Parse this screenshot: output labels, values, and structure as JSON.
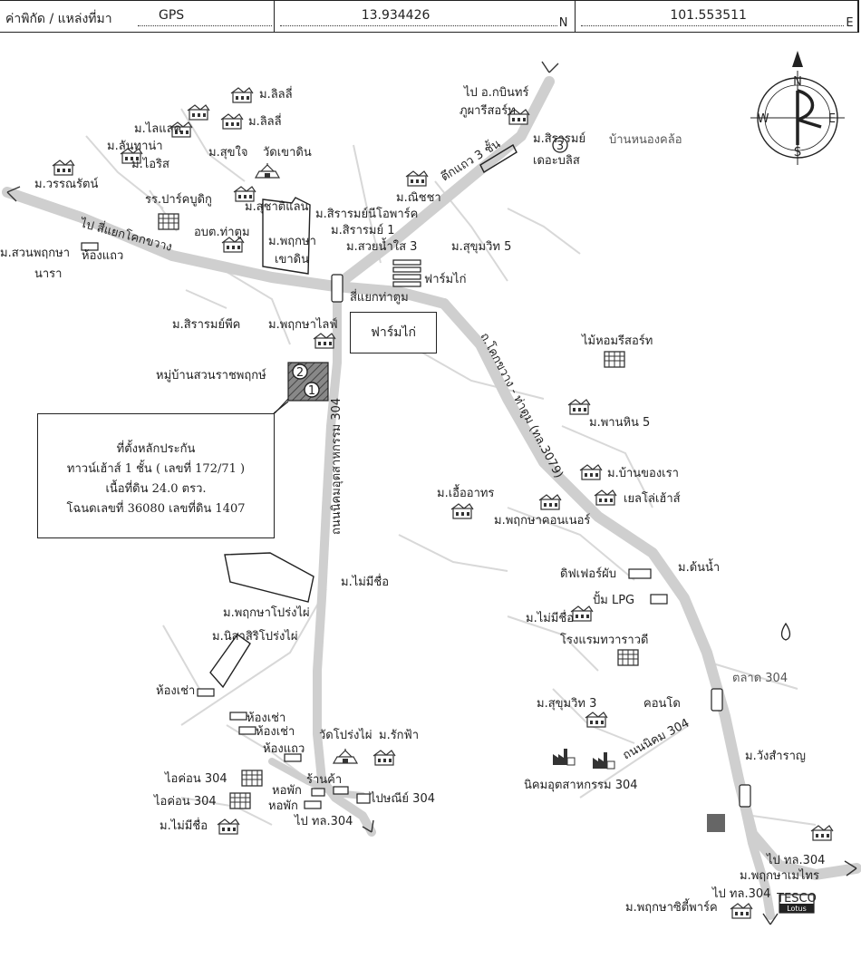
{
  "header": {
    "coord_label": "ค่าพิกัด / แหล่งที่มา",
    "source": "GPS",
    "lat": "13.934426",
    "lat_suffix": "N",
    "lon": "101.553511",
    "lon_suffix": "E"
  },
  "compass": {
    "n": "N",
    "s": "S",
    "e": "E",
    "w": "W"
  },
  "info_box": {
    "line1": "ที่ตั้งหลักประกัน",
    "line2": "ทาวน์เฮ้าส์ 1 ชั้น ( เลขที่ 172/71 )",
    "line3": "เนื้อที่ดิน 24.0 ตรว.",
    "line4": "โฉนดเลขที่ 36080 เลขที่ดิน 1407"
  },
  "farm_box": "ฟาร์มไก่",
  "markers": {
    "m1": "1",
    "m2": "2",
    "m3": "3"
  },
  "labels": {
    "lili1": "ม.ลิลลี่",
    "lili2": "ม.ลิลลี่",
    "lilac": "ม.ไลแลค",
    "lanna": "ม.ลันทาน่า",
    "iris": "ม.ไอริส",
    "sukjai": "ม.สุขใจ",
    "wat_khao_din": "วัดเขาดิน",
    "wannarat": "ม.วรรณรัตน์",
    "school": "รร.ปาร์คบูดิกู",
    "suchatdalaen": "ม.สุชาติแลน",
    "to_koksawang": "ไป สี่แยกโคกขวาง",
    "hongtaew1": "ห้องแถว",
    "obt": "อบต.ท่าตูม",
    "pruksa_khaodin_1": "ม.พฤกษา",
    "pruksa_khaodin_2": "เขาดิน",
    "suanpruksa_1": "ม.สวนพฤกษา",
    "suanpruksa_2": "นารา",
    "to_kabin": "ไป อ.กบินทร์",
    "phuphari": "ภูผารีสอร์ท",
    "shophouse3": "ตึกแถว 3 ชั้น",
    "sirarom3_1": "ม.สิรารมย์",
    "sirarom3_2": "เดอะบลิส",
    "nong_khlo": "บ้านหนองคล้อ",
    "nitcha": "ม.ณิชชา",
    "sirarom_neo": "ม.สิรารมย์นีโอพาร์ค",
    "sirarom1": "ม.สิรารมย์ 1",
    "suaynamsai3": "ม.สวยน้ำใส 3",
    "sukhumvit5": "ม.สุขุมวิท 5",
    "farm_small": "ฟาร์มไก่",
    "intersection": "สี่แยกท่าตูม",
    "sirarompk": "ม.สิรารมย์พีค",
    "pruksalife": "ม.พฤกษาไลฟ์",
    "suanrat": "หมู่บ้านสวนราชพฤกษ์",
    "road_304": "ถนนนิคมอุตสาหกรรม 304",
    "road_3079": "ถ.โคกขวาง - ท่าตูม (ทล.3079)",
    "maihom": "ไม้หอมรีสอร์ท",
    "panhin5": "ม.พานหิน 5",
    "ban_khongrao": "ม.บ้านของเรา",
    "yellow_house": "เยลโล่เฮ้าส์",
    "ueaarthorn": "ม.เอื้ออาทร",
    "pruksa_corner": "ม.พฤกษาคอนเนอร์",
    "no_name1": "ม.ไม่มีชื่อ",
    "differ_pub": "ดิฟเฟอร์ผับ",
    "lpg": "ปั้ม LPG",
    "dan_nam": "ม.ด้นน้ำ",
    "no_name2": "ม.ไม่มีชื่อ",
    "hotel": "โรงแรมทวาราวดี",
    "pruksa_prongphai": "ม.พฤกษาโปร่งไผ่",
    "nisasiri": "ม.นิสาสิริโปร่งไผ่",
    "rent1": "ห้องเช่า",
    "rent2": "ห้องเช่า",
    "rent3": "ห้องเช่า",
    "hongtaew2": "ห้องแถว",
    "wat_prongphai": "วัดโปร่งไผ่",
    "rakfa": "ม.รักฟ้า",
    "icon304_1": "ไอค่อน 304",
    "icon304_2": "ไอค่อน 304",
    "dorm1": "หอพัก",
    "dorm2": "หอพัก",
    "shop": "ร้านค้า",
    "post": "ไปษณีย์ 304",
    "no_name3": "ม.ไม่มีชื่อ",
    "to_304a": "ไป ทล.304",
    "sukhumvit3": "ม.สุขุมวิท 3",
    "condo": "คอนโด",
    "market304": "ตลาด 304",
    "nikom_road": "ถนนนิคม 304",
    "nikom_estate": "นิคมอุตสาหกรรม 304",
    "wangsamran": "ม.วังสำราญ",
    "to_304b": "ไป ทล.304",
    "pruksa_maithri": "ม.พฤกษาเมไทร",
    "to_304c": "ไป ทล.304",
    "pruksa_city": "ม.พฤกษาซิตี้พาร์ค",
    "tesco_1": "TESCO",
    "tesco_2": "Lotus"
  }
}
